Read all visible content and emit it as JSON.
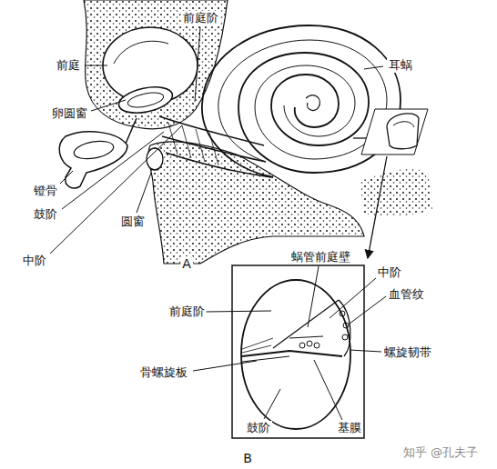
{
  "diagram": {
    "labels": [
      "前庭阶",
      "前庭",
      "耳蜗",
      "卵圆窗",
      "镫骨",
      "鼓阶",
      "圆窗",
      "中阶",
      "A",
      "蜗管前庭壁",
      "中阶",
      "前庭阶",
      "血管纹",
      "螺旋韧带",
      "骨螺旋板",
      "鼓阶",
      "基膜",
      "B",
      "知乎 @孔夫子"
    ]
  }
}
